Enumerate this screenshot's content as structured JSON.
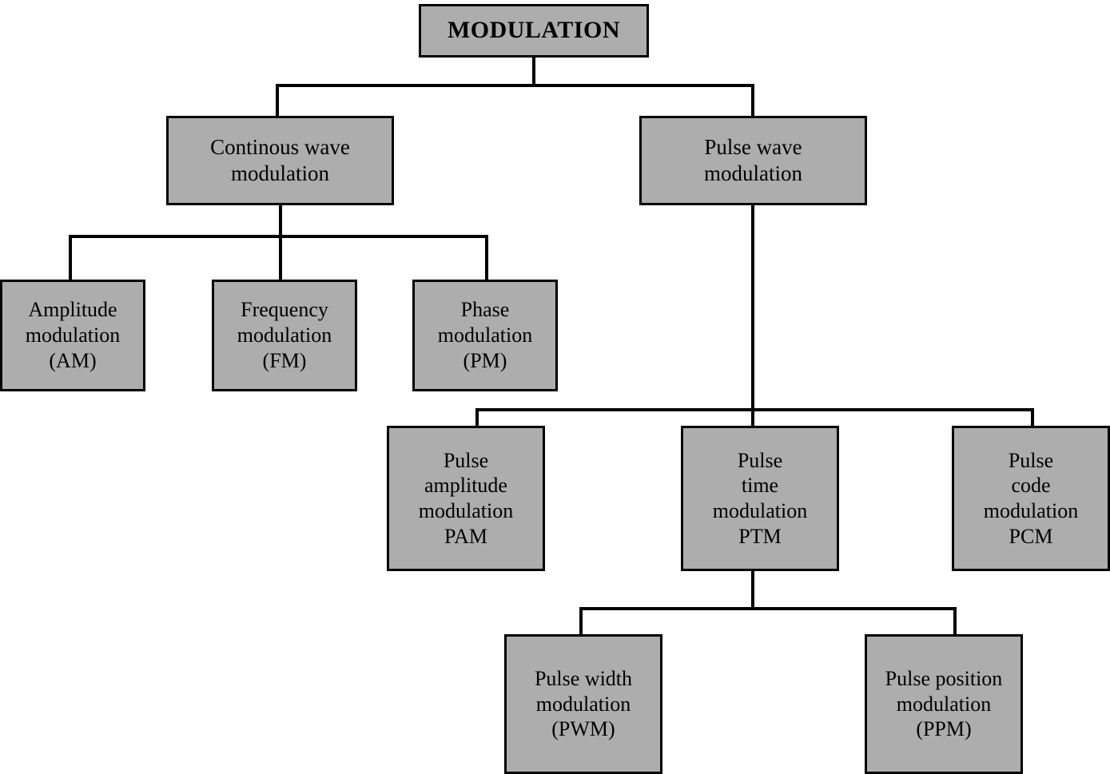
{
  "diagram": {
    "title": "Modulation classification tree",
    "fill_color": "#adadad",
    "stroke_color": "#000000",
    "background_color": "#ffffff",
    "nodes": {
      "root": "MODULATION",
      "cw": "Continous wave\nmodulation",
      "pw": "Pulse wave\nmodulation",
      "am": "Amplitude\nmodulation\n(AM)",
      "fm": "Frequency\nmodulation\n(FM)",
      "pm": "Phase\nmodulation\n(PM)",
      "pam": "Pulse\namplitude\nmodulation\nPAM",
      "ptm": "Pulse\ntime\nmodulation\nPTM",
      "pcm": "Pulse\ncode\nmodulation\nPCM",
      "pwm": "Pulse width\nmodulation\n(PWM)",
      "ppm": "Pulse position\nmodulation\n(PPM)"
    },
    "hierarchy": {
      "MODULATION": [
        "Continous wave modulation",
        "Pulse wave modulation"
      ],
      "Continous wave modulation": [
        "Amplitude modulation (AM)",
        "Frequency modulation (FM)",
        "Phase modulation (PM)"
      ],
      "Pulse wave modulation": [
        "Pulse amplitude modulation PAM",
        "Pulse time modulation PTM",
        "Pulse code modulation PCM"
      ],
      "Pulse time modulation PTM": [
        "Pulse width modulation (PWM)",
        "Pulse position modulation (PPM)"
      ]
    }
  }
}
